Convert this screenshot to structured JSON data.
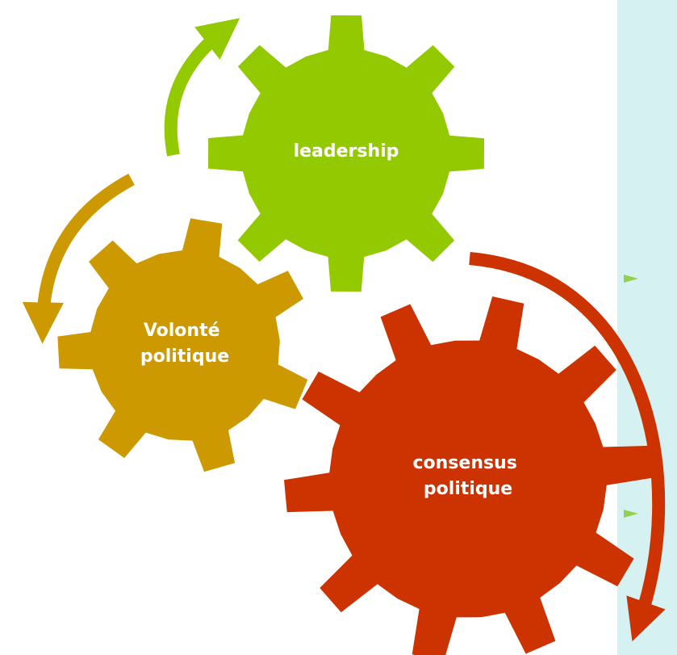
{
  "gears": [
    {
      "id": "leadership",
      "lines": [
        "leadership"
      ],
      "color": "#92c900"
    },
    {
      "id": "volonte",
      "lines": [
        "Volonté",
        "politique"
      ],
      "color": "#cc9900"
    },
    {
      "id": "consensus",
      "lines": [
        "consensus",
        "politique"
      ],
      "color": "#cc3300"
    }
  ],
  "arrows": {
    "green": "#92c900",
    "gold": "#cc9900",
    "red": "#cc3300"
  },
  "panel": {
    "color": "#d6f1f1",
    "bullet_color": "#92d050"
  }
}
